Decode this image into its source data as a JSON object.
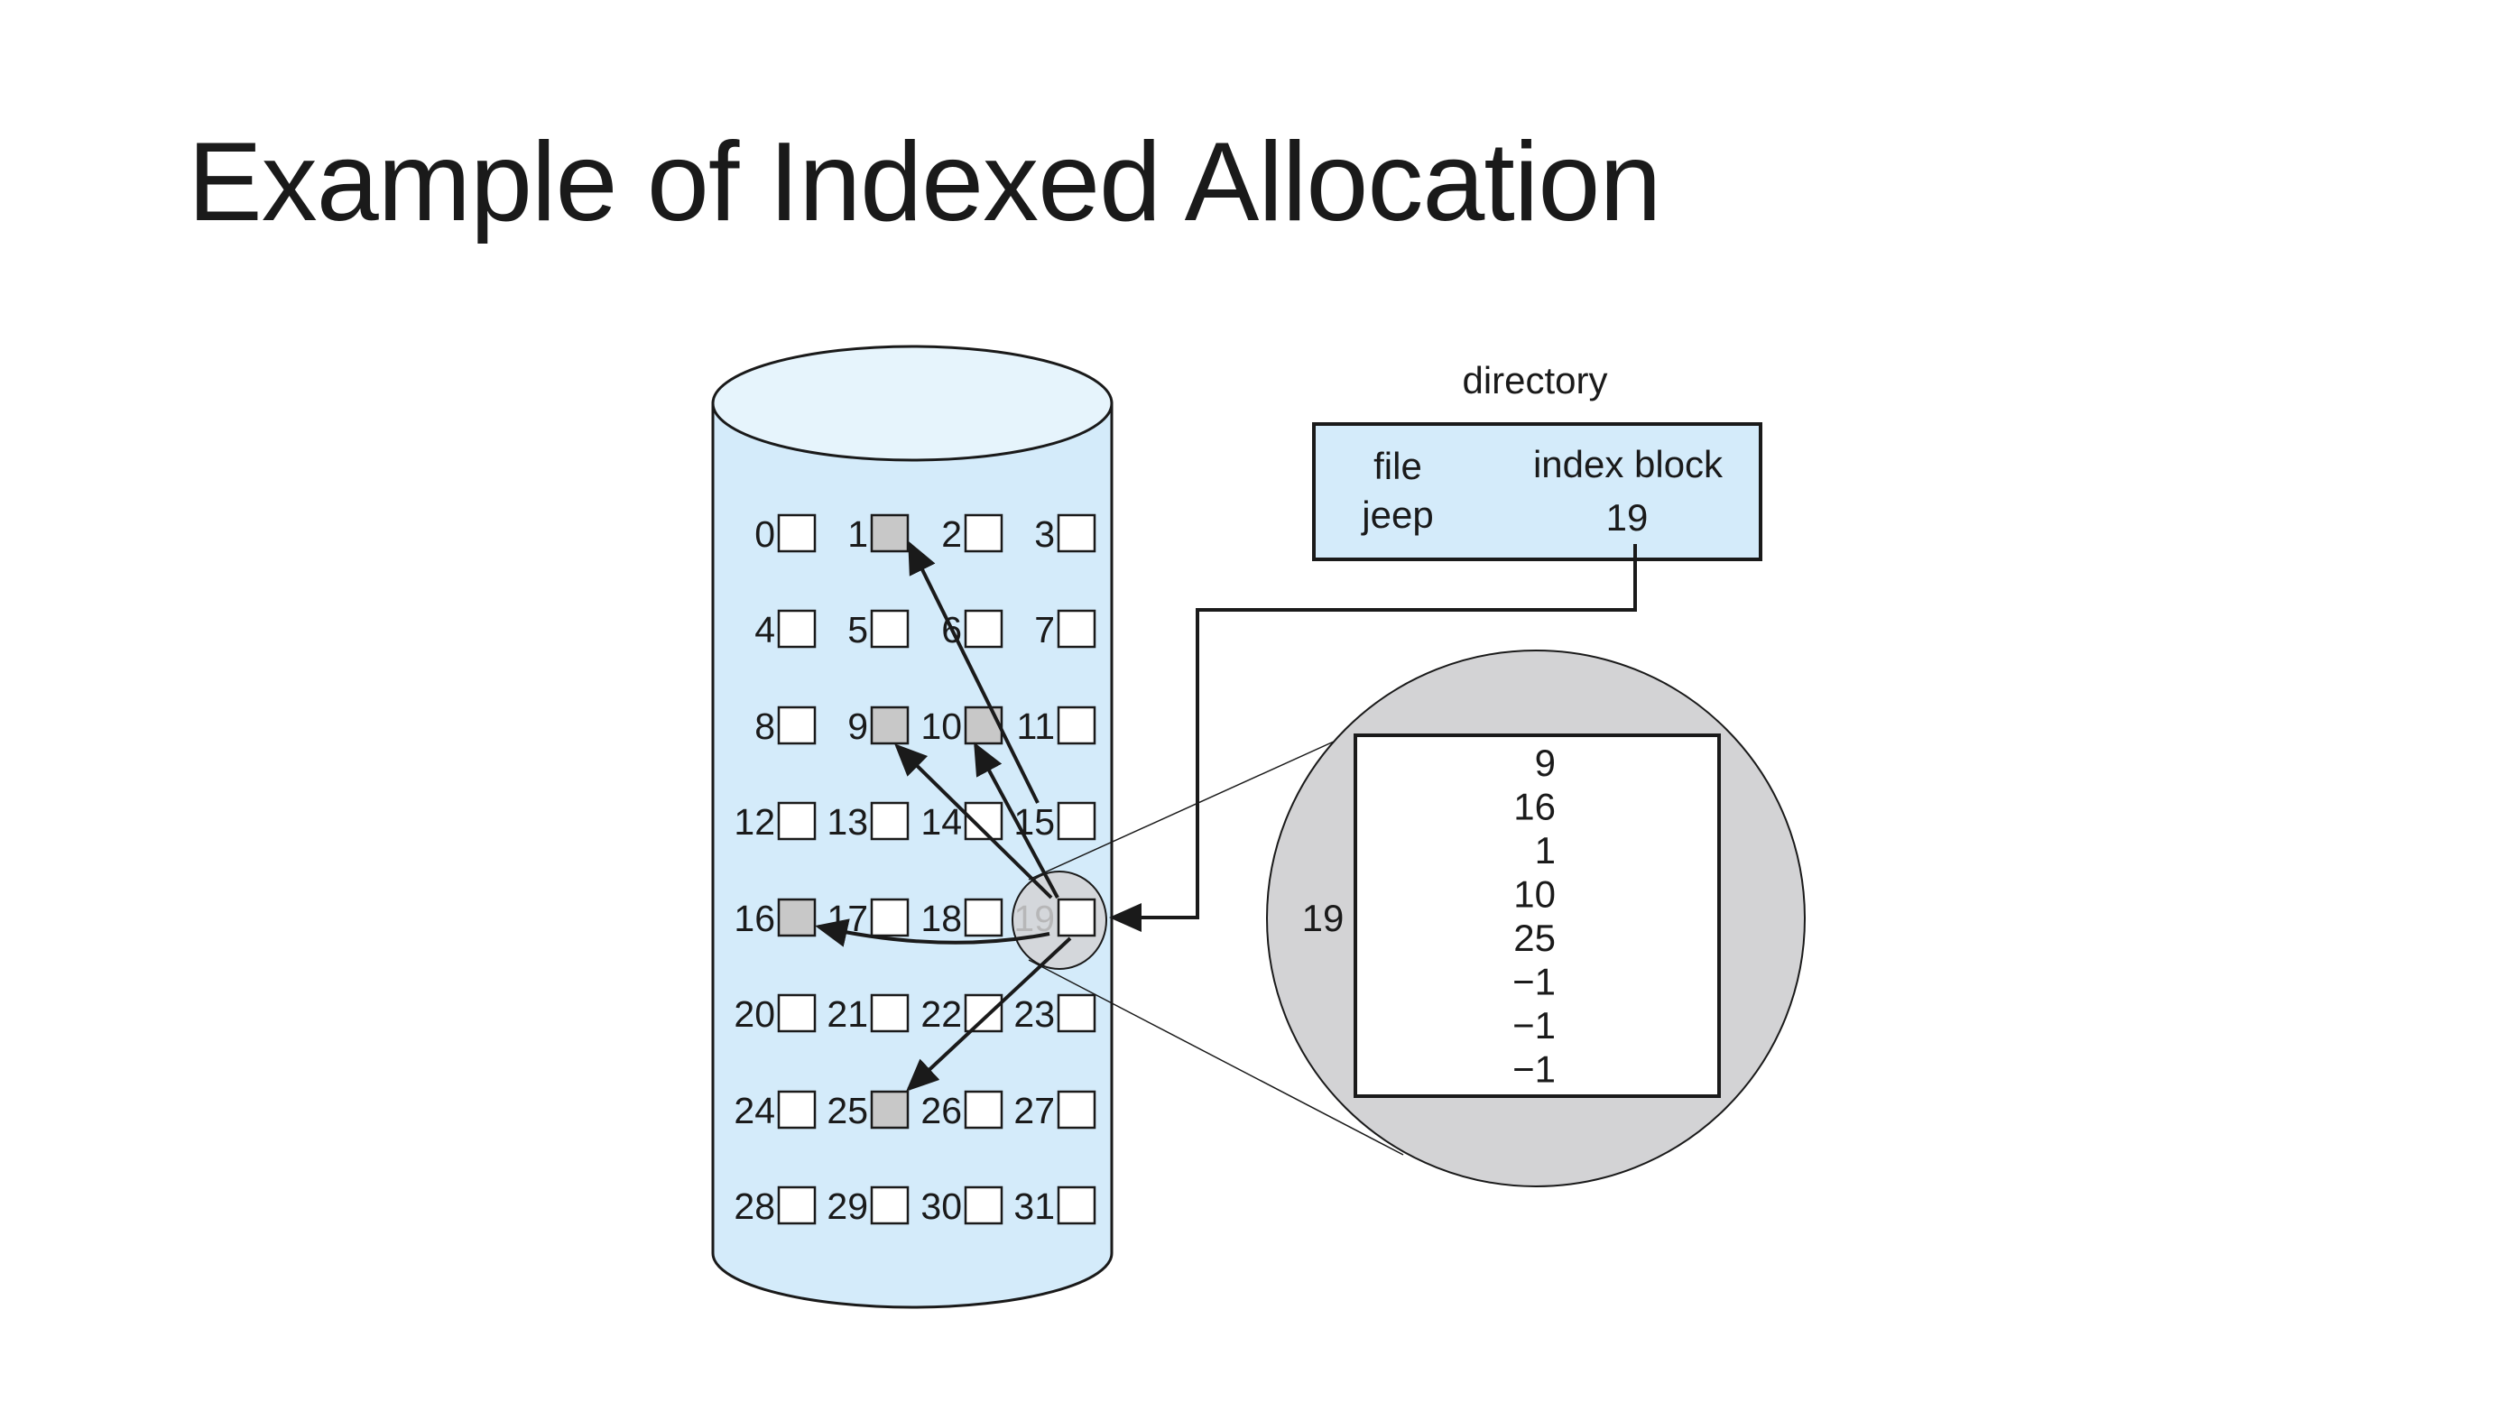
{
  "title": "Example of Indexed Allocation",
  "directory": {
    "caption": "directory",
    "header_file": "file",
    "header_index": "index block",
    "entry_file": "jeep",
    "entry_index": "19"
  },
  "disk": {
    "blocks": [
      "0",
      "1",
      "2",
      "3",
      "4",
      "5",
      "6",
      "7",
      "8",
      "9",
      "10",
      "11",
      "12",
      "13",
      "14",
      "15",
      "16",
      "17",
      "18",
      "19",
      "20",
      "21",
      "22",
      "23",
      "24",
      "25",
      "26",
      "27",
      "28",
      "29",
      "30",
      "31"
    ],
    "used_blocks": [
      1,
      9,
      10,
      16,
      25
    ],
    "index_block": 19
  },
  "index_block_view": {
    "label": "19",
    "entries": [
      "9",
      "16",
      "1",
      "10",
      "25",
      "−1",
      "−1",
      "−1"
    ]
  },
  "colors": {
    "disk_fill": "#d4ebfa",
    "disk_top": "#e6f4fc",
    "used_block": "#c8c8c8",
    "magnifier": "#d3d3d5",
    "line": "#1a1a1a"
  }
}
